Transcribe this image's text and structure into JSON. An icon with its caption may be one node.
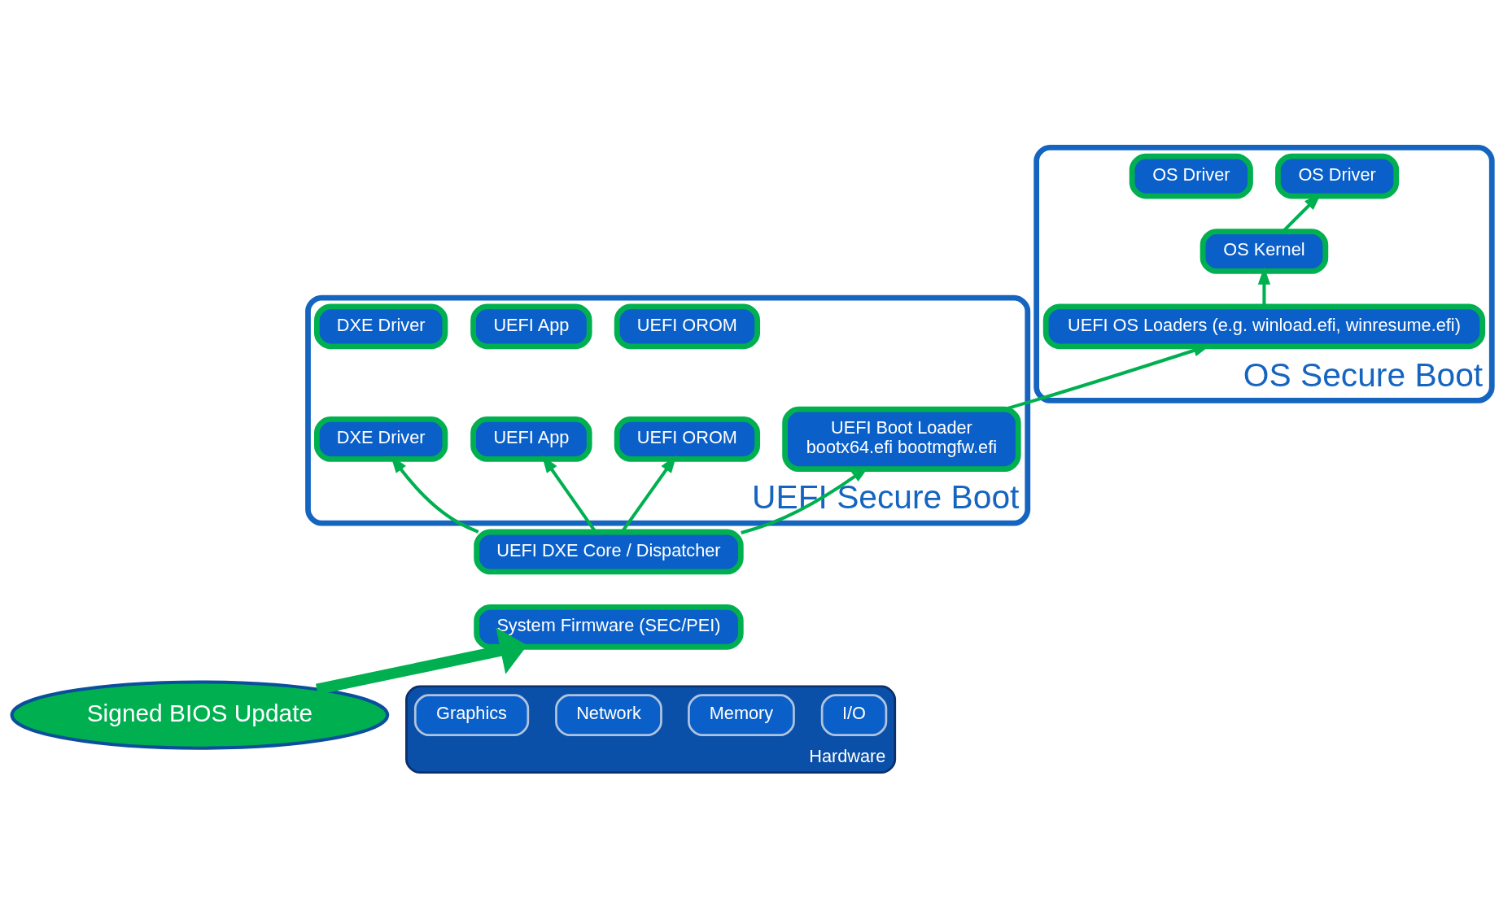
{
  "diagram": {
    "nodes": [
      {
        "text": [
          "Signed BIOS Update"
        ]
      },
      {
        "text": [
          "OS Secure Boot"
        ]
      },
      {
        "text": [
          "OS Driver"
        ],
        "in": 1
      },
      {
        "text": [
          "OS Driver"
        ],
        "in": 1
      },
      {
        "text": [
          "OS Kernel"
        ],
        "in": 1
      },
      {
        "text": [
          "UEFI OS Loaders (e.g. winload.efi, winresume.efi)"
        ],
        "in": 1
      },
      {
        "text": [
          "UEFI Secure Boot"
        ]
      },
      {
        "text": [
          "UEFI OROM"
        ],
        "in": 6
      },
      {
        "text": [
          "UEFI App"
        ],
        "in": 6
      },
      {
        "text": [
          "DXE Driver"
        ],
        "in": 6
      },
      {
        "text": [
          "UEFI Boot Loader",
          "bootx64.efi bootmgfw.efi"
        ],
        "in": 6
      },
      {
        "text": [
          "UEFI OROM"
        ],
        "in": 6
      },
      {
        "text": [
          "UEFI App"
        ],
        "in": 6
      },
      {
        "text": [
          "DXE Driver"
        ],
        "in": 6
      },
      {
        "text": [
          "UEFI DXE Core / Dispatcher"
        ]
      },
      {
        "text": [
          "System Firmware (SEC/PEI)"
        ]
      },
      {
        "text": [
          "Hardware"
        ]
      },
      {
        "text": [
          "I/O"
        ],
        "in": 16
      },
      {
        "text": [
          "Memory"
        ],
        "in": 16
      },
      {
        "text": [
          "Network"
        ],
        "in": 16
      },
      {
        "text": [
          "Graphics"
        ],
        "in": 16
      }
    ],
    "edges": [
      {
        "from": 14,
        "to": 11,
        "arrow": "to"
      },
      {
        "from": 14,
        "to": 12,
        "arrow": "to"
      },
      {
        "from": 14,
        "to": 13,
        "arrow": "to"
      },
      {
        "from": 14,
        "to": 10,
        "arrow": "to"
      },
      {
        "from": 10,
        "to": 5,
        "arrow": "to"
      },
      {
        "from": 5,
        "to": 4,
        "arrow": "to"
      },
      {
        "from": 4,
        "to": 3,
        "arrow": "to"
      },
      {
        "from": 0,
        "to": 15,
        "arrow": "to",
        "style": "thick"
      }
    ]
  }
}
